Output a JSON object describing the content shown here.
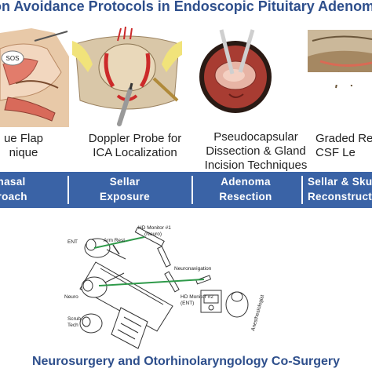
{
  "title": "ion Avoidance Protocols in Endoscopic Pituitary Adenom",
  "panels": [
    {
      "caption": "ue Flap\nnique",
      "label": "SOS"
    },
    {
      "caption": "Doppler Probe for\nICA Localization"
    },
    {
      "caption": "Pseudocapsular\nDissection & Gland\nIncision Techniques"
    },
    {
      "caption": "Graded Re\nCSF Le"
    }
  ],
  "stages": [
    {
      "label": "onasal\nproach"
    },
    {
      "label": "Sellar\nExposure"
    },
    {
      "label": "Adenoma\nResection"
    },
    {
      "label": "Sellar & Sku\nReconstruct"
    }
  ],
  "diagram": {
    "hd_monitor_1": "HD Monitor #1",
    "hd_monitor_1_sub": "(Neuro)",
    "neuronavigation": "Neuronavigation",
    "hd_monitor_2": "HD Monitor #2",
    "hd_monitor_2_sub": "(ENT)",
    "ent": "ENT",
    "arm_rest": "Arm Rest",
    "neuro": "Neuro",
    "scrub_tech": "Scrub\nTech",
    "anesthesiologist": "Anesthesiologist"
  },
  "footer": "Neurosurgery and Otorhinolaryngology Co-Surgery",
  "colors": {
    "title": "#2e4f8c",
    "band": "#3a63a6",
    "band_text": "#ffffff"
  }
}
